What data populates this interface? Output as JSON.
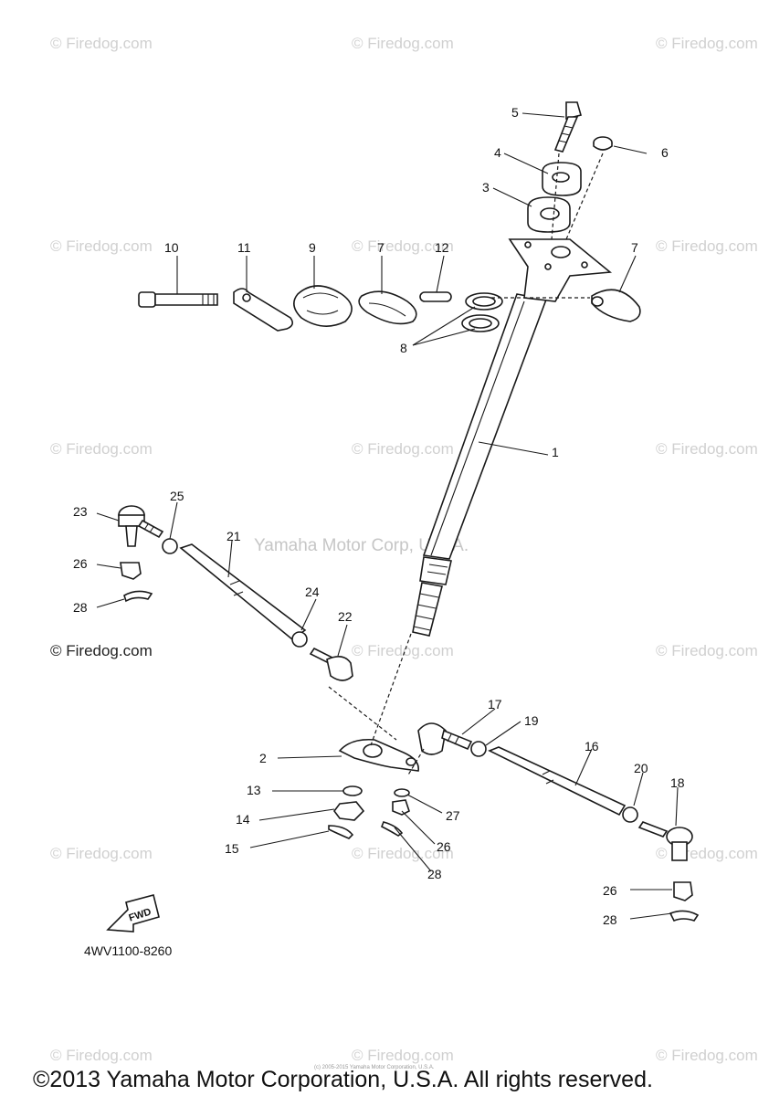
{
  "watermarks": {
    "text": "© Firedog.com",
    "repeated": "© Firedog.com",
    "dark": "© Firedog.com",
    "center": "Yamaha Motor Corp, U.S.A."
  },
  "callouts": [
    {
      "id": "c-1",
      "label": "1"
    },
    {
      "id": "c-2",
      "label": "2"
    },
    {
      "id": "c-3",
      "label": "3"
    },
    {
      "id": "c-4",
      "label": "4"
    },
    {
      "id": "c-5",
      "label": "5"
    },
    {
      "id": "c-6",
      "label": "6"
    },
    {
      "id": "c-7a",
      "label": "7"
    },
    {
      "id": "c-7b",
      "label": "7"
    },
    {
      "id": "c-8",
      "label": "8"
    },
    {
      "id": "c-9",
      "label": "9"
    },
    {
      "id": "c-10",
      "label": "10"
    },
    {
      "id": "c-11",
      "label": "11"
    },
    {
      "id": "c-12",
      "label": "12"
    },
    {
      "id": "c-13",
      "label": "13"
    },
    {
      "id": "c-14",
      "label": "14"
    },
    {
      "id": "c-15",
      "label": "15"
    },
    {
      "id": "c-16",
      "label": "16"
    },
    {
      "id": "c-17",
      "label": "17"
    },
    {
      "id": "c-18",
      "label": "18"
    },
    {
      "id": "c-19",
      "label": "19"
    },
    {
      "id": "c-20",
      "label": "20"
    },
    {
      "id": "c-21",
      "label": "21"
    },
    {
      "id": "c-22",
      "label": "22"
    },
    {
      "id": "c-23",
      "label": "23"
    },
    {
      "id": "c-24",
      "label": "24"
    },
    {
      "id": "c-25",
      "label": "25"
    },
    {
      "id": "c-26a",
      "label": "26"
    },
    {
      "id": "c-26b",
      "label": "26"
    },
    {
      "id": "c-26c",
      "label": "26"
    },
    {
      "id": "c-27",
      "label": "27"
    },
    {
      "id": "c-28a",
      "label": "28"
    },
    {
      "id": "c-28b",
      "label": "28"
    },
    {
      "id": "c-28c",
      "label": "28"
    }
  ],
  "fwd_label": "FWD",
  "diagram_code": "4WV1100-8260",
  "footer": {
    "copyright": "©2013 Yamaha Motor Corporation, U.S.A. All rights reserved.",
    "tiny": "(c) 2005-2015 Yamaha Motor Corporation, U.S.A."
  }
}
